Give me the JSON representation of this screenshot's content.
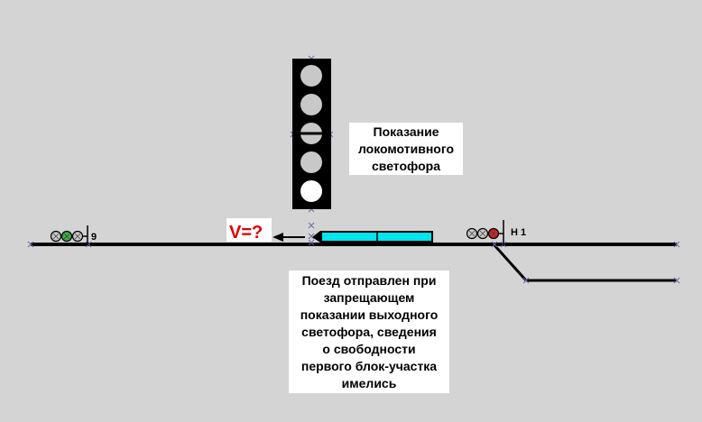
{
  "signals": {
    "left_name": "9",
    "right_name": "Н 1"
  },
  "speed_query": "V=?",
  "indication_label": [
    "Показание",
    "локомотивного",
    "светофора"
  ],
  "info_label": [
    "Поезд отправлен при",
    "запрещающем",
    "показании выходного",
    "светофора, сведения",
    "о свободности",
    "первого блок-участка",
    "имелись"
  ],
  "colors": {
    "background": "#d4d4d4",
    "track": "#000000",
    "train": "#00e5ee",
    "lamp_off": "#c8c8c8",
    "lamp_on_white": "#ffffff",
    "lamp_green": "#3cb043",
    "lamp_red": "#cc2222",
    "speed_text": "#e00000"
  }
}
